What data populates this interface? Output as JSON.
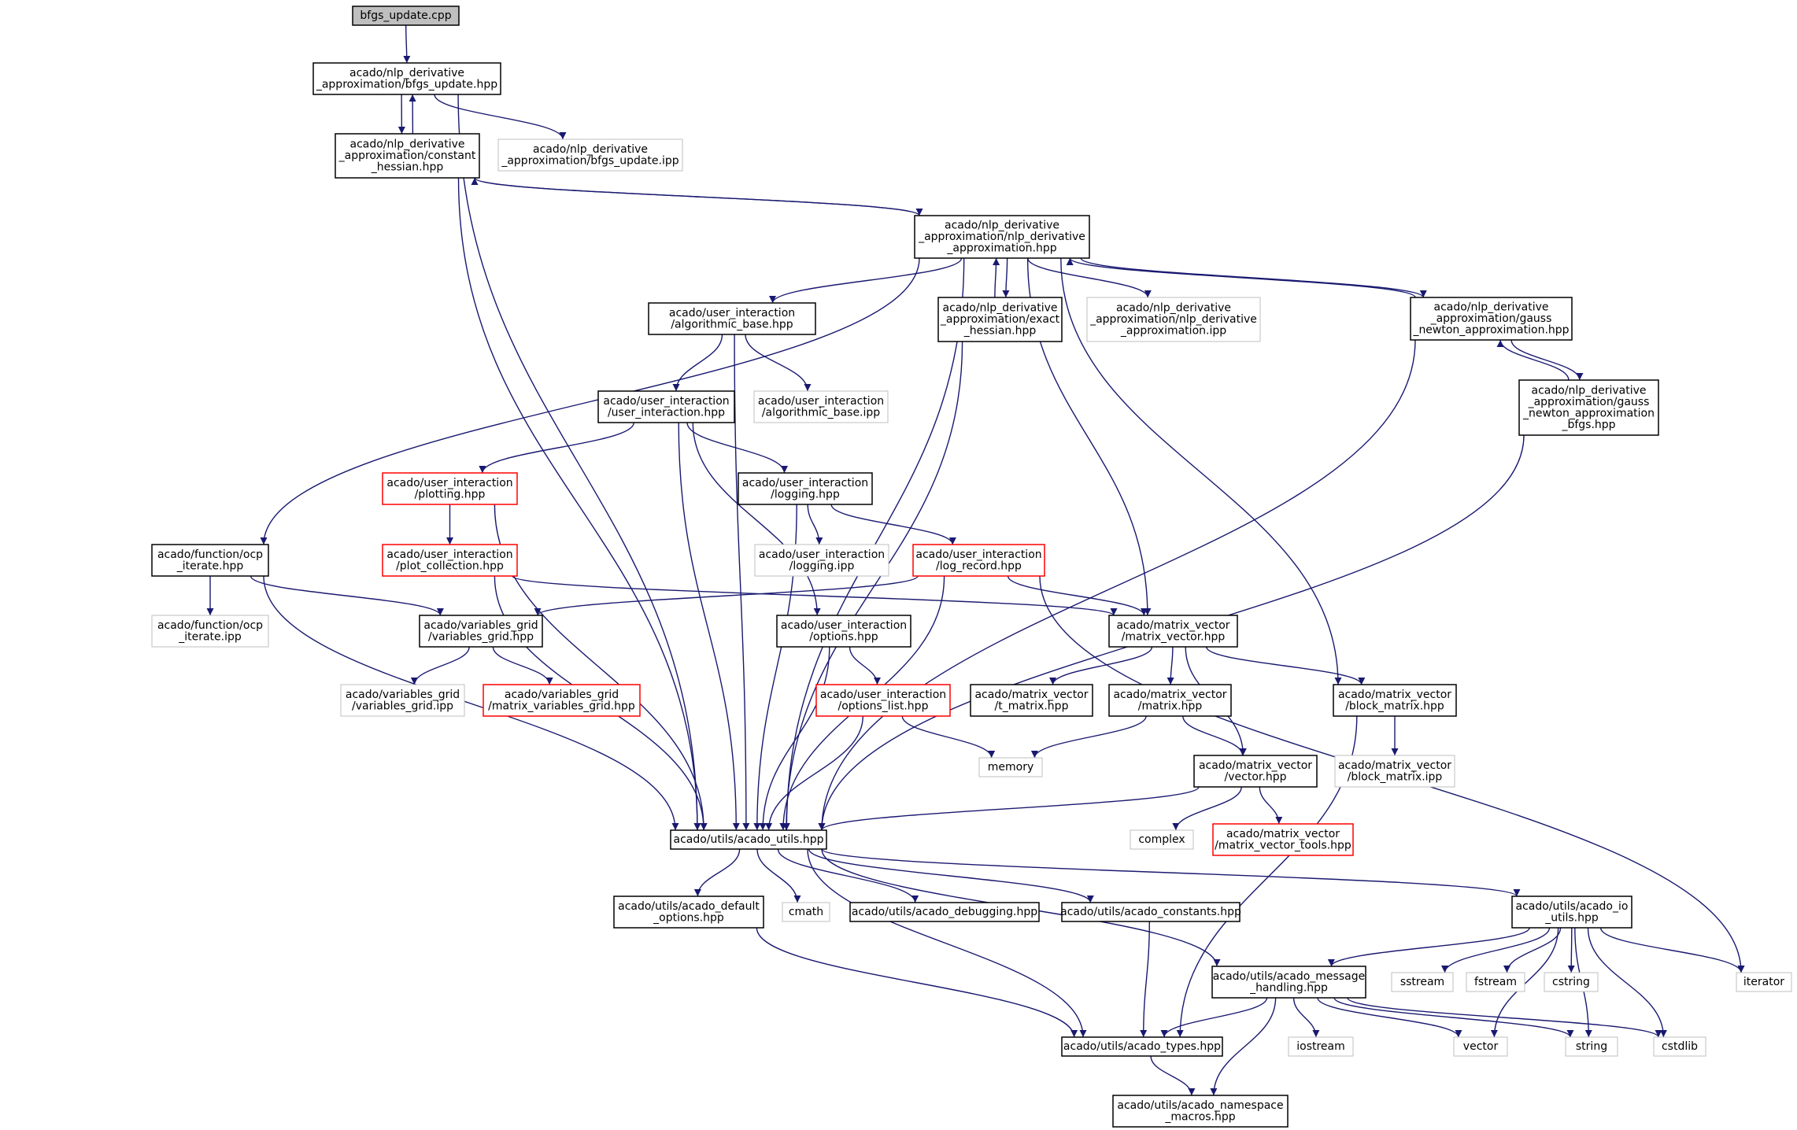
{
  "colors": {
    "edge": "#191970",
    "box_normal": "#000000",
    "box_missing": "#bfbfbf",
    "box_red": "#ff0000",
    "box_root_fill": "#bfbfbf",
    "text": "#000000"
  },
  "nodes": [
    {
      "id": "root",
      "style": "root",
      "lines": [
        "bfgs_update.cpp"
      ]
    },
    {
      "id": "bfgs_hpp",
      "style": "normal",
      "lines": [
        "acado/nlp_derivative",
        "_approximation/bfgs_update.hpp"
      ]
    },
    {
      "id": "const_hess",
      "style": "normal",
      "lines": [
        "acado/nlp_derivative",
        "_approximation/constant",
        "_hessian.hpp"
      ]
    },
    {
      "id": "bfgs_ipp",
      "style": "missing",
      "lines": [
        "acado/nlp_derivative",
        "_approximation/bfgs_update.ipp"
      ]
    },
    {
      "id": "nlp_deriv",
      "style": "normal",
      "lines": [
        "acado/nlp_derivative",
        "_approximation/nlp_derivative",
        "_approximation.hpp"
      ]
    },
    {
      "id": "algo_base",
      "style": "normal",
      "lines": [
        "acado/user_interaction",
        "/algorithmic_base.hpp"
      ]
    },
    {
      "id": "exact_hess",
      "style": "normal",
      "lines": [
        "acado/nlp_derivative",
        "_approximation/exact",
        "_hessian.hpp"
      ]
    },
    {
      "id": "nlp_ipp",
      "style": "missing",
      "lines": [
        "acado/nlp_derivative",
        "_approximation/nlp_derivative",
        "_approximation.ipp"
      ]
    },
    {
      "id": "gauss_newton",
      "style": "normal",
      "lines": [
        "acado/nlp_derivative",
        "_approximation/gauss",
        "_newton_approximation.hpp"
      ]
    },
    {
      "id": "gauss_bfgs",
      "style": "normal",
      "lines": [
        "acado/nlp_derivative",
        "_approximation/gauss",
        "_newton_approximation",
        "_bfgs.hpp"
      ]
    },
    {
      "id": "user_inter",
      "style": "normal",
      "lines": [
        "acado/user_interaction",
        "/user_interaction.hpp"
      ]
    },
    {
      "id": "algo_ipp",
      "style": "missing",
      "lines": [
        "acado/user_interaction",
        "/algorithmic_base.ipp"
      ]
    },
    {
      "id": "plotting",
      "style": "red",
      "lines": [
        "acado/user_interaction",
        "/plotting.hpp"
      ]
    },
    {
      "id": "logging",
      "style": "normal",
      "lines": [
        "acado/user_interaction",
        "/logging.hpp"
      ]
    },
    {
      "id": "ocp_iter",
      "style": "normal",
      "lines": [
        "acado/function/ocp",
        "_iterate.hpp"
      ]
    },
    {
      "id": "plot_coll",
      "style": "red",
      "lines": [
        "acado/user_interaction",
        "/plot_collection.hpp"
      ]
    },
    {
      "id": "logging_ipp",
      "style": "missing",
      "lines": [
        "acado/user_interaction",
        "/logging.ipp"
      ]
    },
    {
      "id": "log_record",
      "style": "red",
      "lines": [
        "acado/user_interaction",
        "/log_record.hpp"
      ]
    },
    {
      "id": "ocp_ipp",
      "style": "missing",
      "lines": [
        "acado/function/ocp",
        "_iterate.ipp"
      ]
    },
    {
      "id": "var_grid",
      "style": "normal",
      "lines": [
        "acado/variables_grid",
        "/variables_grid.hpp"
      ]
    },
    {
      "id": "options",
      "style": "normal",
      "lines": [
        "acado/user_interaction",
        "/options.hpp"
      ]
    },
    {
      "id": "matvec",
      "style": "normal",
      "lines": [
        "acado/matrix_vector",
        "/matrix_vector.hpp"
      ]
    },
    {
      "id": "var_grid_ipp",
      "style": "missing",
      "lines": [
        "acado/variables_grid",
        "/variables_grid.ipp"
      ]
    },
    {
      "id": "mat_var_grid",
      "style": "red",
      "lines": [
        "acado/variables_grid",
        "/matrix_variables_grid.hpp"
      ]
    },
    {
      "id": "options_list",
      "style": "red",
      "lines": [
        "acado/user_interaction",
        "/options_list.hpp"
      ]
    },
    {
      "id": "t_matrix",
      "style": "normal",
      "lines": [
        "acado/matrix_vector",
        "/t_matrix.hpp"
      ]
    },
    {
      "id": "matrix",
      "style": "normal",
      "lines": [
        "acado/matrix_vector",
        "/matrix.hpp"
      ]
    },
    {
      "id": "block_matrix",
      "style": "normal",
      "lines": [
        "acado/matrix_vector",
        "/block_matrix.hpp"
      ]
    },
    {
      "id": "memory",
      "style": "missing",
      "lines": [
        "memory"
      ]
    },
    {
      "id": "vector",
      "style": "normal",
      "lines": [
        "acado/matrix_vector",
        "/vector.hpp"
      ]
    },
    {
      "id": "block_ipp",
      "style": "missing",
      "lines": [
        "acado/matrix_vector",
        "/block_matrix.ipp"
      ]
    },
    {
      "id": "utils",
      "style": "normal",
      "lines": [
        "acado/utils/acado_utils.hpp"
      ]
    },
    {
      "id": "complex",
      "style": "missing",
      "lines": [
        "complex"
      ]
    },
    {
      "id": "matvec_tools",
      "style": "red",
      "lines": [
        "acado/matrix_vector",
        "/matrix_vector_tools.hpp"
      ]
    },
    {
      "id": "default_opts",
      "style": "normal",
      "lines": [
        "acado/utils/acado_default",
        "_options.hpp"
      ]
    },
    {
      "id": "cmath",
      "style": "missing",
      "lines": [
        "cmath"
      ]
    },
    {
      "id": "debugging",
      "style": "normal",
      "lines": [
        "acado/utils/acado_debugging.hpp"
      ]
    },
    {
      "id": "constants",
      "style": "normal",
      "lines": [
        "acado/utils/acado_constants.hpp"
      ]
    },
    {
      "id": "io_utils",
      "style": "normal",
      "lines": [
        "acado/utils/acado_io",
        "_utils.hpp"
      ]
    },
    {
      "id": "msg_handling",
      "style": "normal",
      "lines": [
        "acado/utils/acado_message",
        "_handling.hpp"
      ]
    },
    {
      "id": "sstream",
      "style": "missing",
      "lines": [
        "sstream"
      ]
    },
    {
      "id": "fstream",
      "style": "missing",
      "lines": [
        "fstream"
      ]
    },
    {
      "id": "cstring",
      "style": "missing",
      "lines": [
        "cstring"
      ]
    },
    {
      "id": "iterator",
      "style": "missing",
      "lines": [
        "iterator"
      ]
    },
    {
      "id": "types",
      "style": "normal",
      "lines": [
        "acado/utils/acado_types.hpp"
      ]
    },
    {
      "id": "iostream",
      "style": "missing",
      "lines": [
        "iostream"
      ]
    },
    {
      "id": "vector_std",
      "style": "missing",
      "lines": [
        "vector"
      ]
    },
    {
      "id": "string",
      "style": "missing",
      "lines": [
        "string"
      ]
    },
    {
      "id": "cstdlib",
      "style": "missing",
      "lines": [
        "cstdlib"
      ]
    },
    {
      "id": "ns_macros",
      "style": "normal",
      "lines": [
        "acado/utils/acado_namespace",
        "_macros.hpp"
      ]
    }
  ],
  "edges": [
    [
      "root",
      "bfgs_hpp"
    ],
    [
      "bfgs_hpp",
      "const_hess"
    ],
    [
      "bfgs_hpp",
      "bfgs_ipp"
    ],
    [
      "bfgs_hpp",
      "utils"
    ],
    [
      "const_hess",
      "bfgs_hpp"
    ],
    [
      "const_hess",
      "nlp_deriv"
    ],
    [
      "const_hess",
      "utils"
    ],
    [
      "nlp_deriv",
      "const_hess"
    ],
    [
      "nlp_deriv",
      "algo_base"
    ],
    [
      "nlp_deriv",
      "exact_hess"
    ],
    [
      "nlp_deriv",
      "nlp_ipp"
    ],
    [
      "nlp_deriv",
      "gauss_newton"
    ],
    [
      "nlp_deriv",
      "ocp_iter"
    ],
    [
      "nlp_deriv",
      "matvec"
    ],
    [
      "nlp_deriv",
      "block_matrix"
    ],
    [
      "nlp_deriv",
      "utils"
    ],
    [
      "exact_hess",
      "nlp_deriv"
    ],
    [
      "exact_hess",
      "utils"
    ],
    [
      "gauss_newton",
      "nlp_deriv"
    ],
    [
      "gauss_newton",
      "gauss_bfgs"
    ],
    [
      "gauss_newton",
      "utils"
    ],
    [
      "gauss_bfgs",
      "gauss_newton"
    ],
    [
      "gauss_bfgs",
      "utils"
    ],
    [
      "algo_base",
      "user_inter"
    ],
    [
      "algo_base",
      "algo_ipp"
    ],
    [
      "algo_base",
      "utils"
    ],
    [
      "user_inter",
      "plotting"
    ],
    [
      "user_inter",
      "logging"
    ],
    [
      "user_inter",
      "options"
    ],
    [
      "user_inter",
      "utils"
    ],
    [
      "plotting",
      "plot_coll"
    ],
    [
      "plotting",
      "utils"
    ],
    [
      "plot_coll",
      "matvec"
    ],
    [
      "plot_coll",
      "utils"
    ],
    [
      "logging",
      "logging_ipp"
    ],
    [
      "logging",
      "log_record"
    ],
    [
      "logging",
      "utils"
    ],
    [
      "log_record",
      "var_grid"
    ],
    [
      "log_record",
      "matvec"
    ],
    [
      "log_record",
      "iterator"
    ],
    [
      "log_record",
      "utils"
    ],
    [
      "ocp_iter",
      "ocp_ipp"
    ],
    [
      "ocp_iter",
      "var_grid"
    ],
    [
      "ocp_iter",
      "utils"
    ],
    [
      "var_grid",
      "var_grid_ipp"
    ],
    [
      "var_grid",
      "mat_var_grid"
    ],
    [
      "options",
      "options_list"
    ],
    [
      "options",
      "utils"
    ],
    [
      "options_list",
      "memory"
    ],
    [
      "options_list",
      "utils"
    ],
    [
      "matvec",
      "t_matrix"
    ],
    [
      "matvec",
      "matrix"
    ],
    [
      "matvec",
      "vector"
    ],
    [
      "matvec",
      "block_matrix"
    ],
    [
      "matrix",
      "memory"
    ],
    [
      "matrix",
      "vector"
    ],
    [
      "vector",
      "complex"
    ],
    [
      "vector",
      "matvec_tools"
    ],
    [
      "vector",
      "utils"
    ],
    [
      "block_matrix",
      "block_ipp"
    ],
    [
      "block_matrix",
      "types"
    ],
    [
      "utils",
      "default_opts"
    ],
    [
      "utils",
      "cmath"
    ],
    [
      "utils",
      "debugging"
    ],
    [
      "utils",
      "constants"
    ],
    [
      "utils",
      "io_utils"
    ],
    [
      "utils",
      "msg_handling"
    ],
    [
      "utils",
      "types"
    ],
    [
      "default_opts",
      "types"
    ],
    [
      "constants",
      "types"
    ],
    [
      "io_utils",
      "msg_handling"
    ],
    [
      "io_utils",
      "sstream"
    ],
    [
      "io_utils",
      "fstream"
    ],
    [
      "io_utils",
      "cstring"
    ],
    [
      "io_utils",
      "iterator"
    ],
    [
      "io_utils",
      "vector_std"
    ],
    [
      "io_utils",
      "string"
    ],
    [
      "io_utils",
      "cstdlib"
    ],
    [
      "msg_handling",
      "types"
    ],
    [
      "msg_handling",
      "iostream"
    ],
    [
      "msg_handling",
      "vector_std"
    ],
    [
      "msg_handling",
      "string"
    ],
    [
      "msg_handling",
      "cstdlib"
    ],
    [
      "msg_handling",
      "ns_macros"
    ],
    [
      "types",
      "ns_macros"
    ]
  ]
}
